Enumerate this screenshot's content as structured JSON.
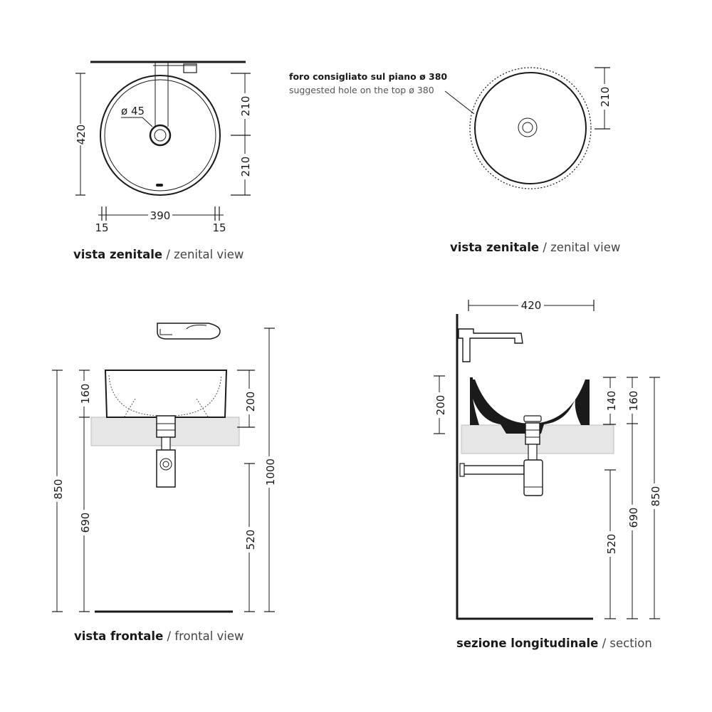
{
  "top_left": {
    "caption_bold": "vista zenitale",
    "caption_light": "zenital view",
    "dim_diameter": "ø 45",
    "dim_height": "420",
    "dim_half_top": "210",
    "dim_half_bottom": "210",
    "dim_width": "390",
    "dim_margin_left": "15",
    "dim_margin_right": "15"
  },
  "top_right": {
    "caption_bold": "vista zenitale",
    "caption_light": "zenital view",
    "note_it": "foro consigliato sul piano ø 380",
    "note_en": "suggested hole on the top ø 380",
    "dim_half": "210"
  },
  "bottom_left": {
    "caption_bold": "vista frontale",
    "caption_light": "frontal view",
    "dim_basin_height": "160",
    "dim_basin_total": "200",
    "dim_floor_top": "850",
    "dim_floor_counter": "690",
    "dim_floor_drain": "520",
    "dim_floor_tap": "1000"
  },
  "bottom_right": {
    "caption_bold": "sezione longitudinale",
    "caption_light": "section",
    "dim_depth": "420",
    "dim_basin_total": "200",
    "dim_inner": "140",
    "dim_basin_height": "160",
    "dim_floor_drain": "520",
    "dim_floor_counter": "690",
    "dim_floor_top": "850"
  }
}
